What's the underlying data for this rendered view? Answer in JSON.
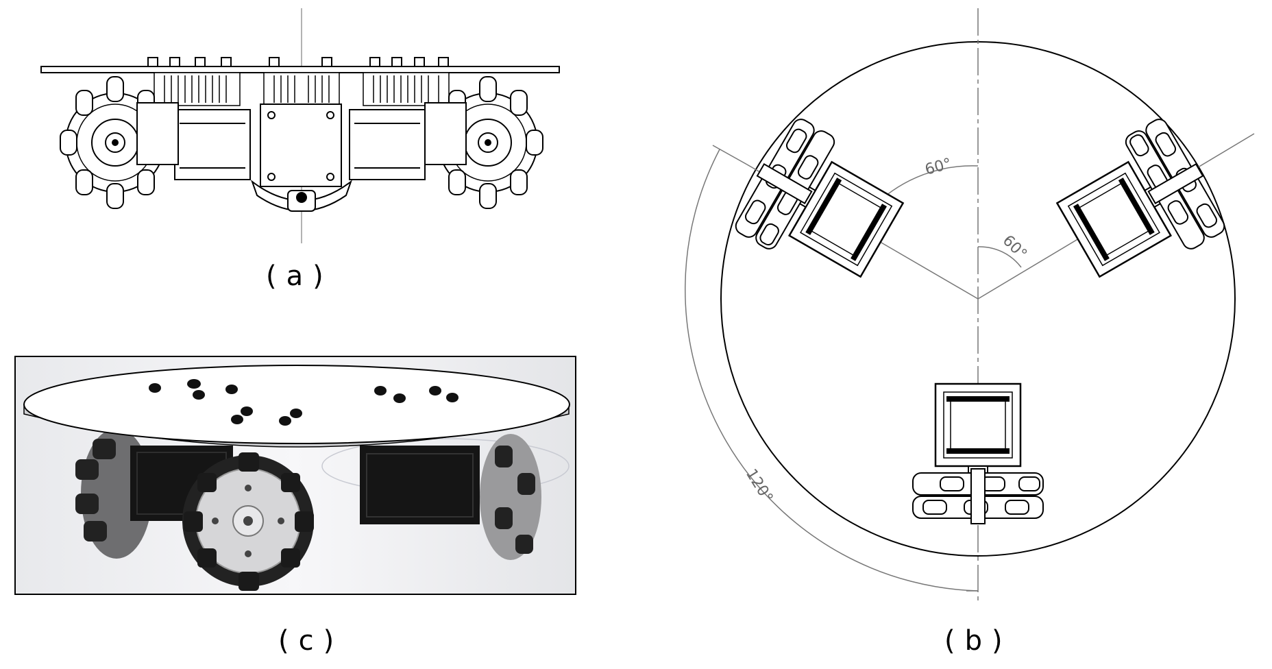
{
  "figure": {
    "panels": [
      {
        "id": "a",
        "caption": "(a)",
        "view": "front view, line drawing"
      },
      {
        "id": "b",
        "caption": "(b)",
        "view": "top view, line drawing",
        "angles": {
          "upper_left": "60°",
          "upper_right": "60°",
          "outer_arc": "120°"
        }
      },
      {
        "id": "c",
        "caption": "(c)",
        "view": "3D rendered view"
      }
    ]
  }
}
